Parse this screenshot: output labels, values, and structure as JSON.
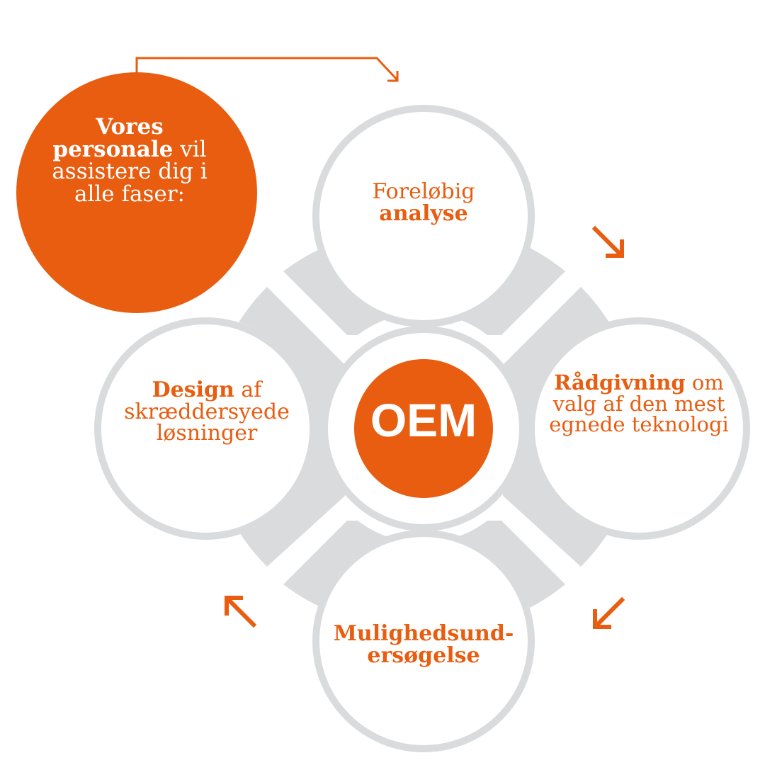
{
  "colors": {
    "accent": "#e85d10",
    "ring": "#d9dbdd",
    "background": "#ffffff"
  },
  "intro": {
    "bold": "Vores personale",
    "rest": " vil assistere dig i alle faser:"
  },
  "center": {
    "label": "OEM"
  },
  "steps": [
    {
      "bold": "analyse",
      "before": "Foreløbig ",
      "after": ""
    },
    {
      "bold": "Rådgivning",
      "before": "",
      "after": " om valg af den mest egnede teknologi"
    },
    {
      "bold": "Mulighedsund-ersøgelse",
      "before": "",
      "after": ""
    },
    {
      "bold": "Design",
      "before": "",
      "after": " af skræddersyede løsninger"
    }
  ],
  "arrows": [
    "arrow-right-down",
    "arrow-left-down",
    "arrow-left-up",
    "arrow-connector"
  ]
}
